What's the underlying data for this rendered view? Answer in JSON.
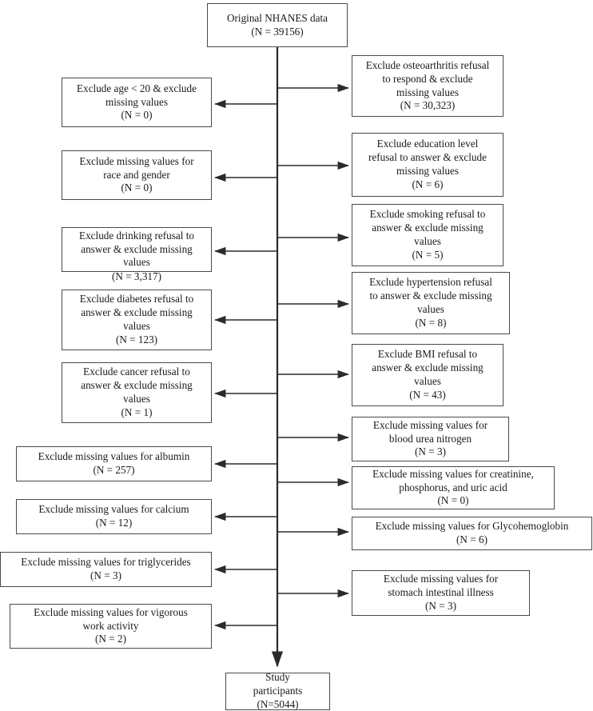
{
  "figure": {
    "type": "flowchart",
    "title": "NHANES study participant selection flow diagram",
    "orientation": "top-to-bottom spine with bilateral exclusion boxes",
    "line_color": "#333333",
    "box_border_color": "#4a4a4a",
    "background_color": "#ffffff"
  },
  "nodes": {
    "source": {
      "label_line1": "Original NHANES data",
      "label_line2": "(N = 39156)"
    },
    "result": {
      "label_line1": "Study",
      "label_line2": "participants",
      "label_line3": "(N=5044)"
    }
  },
  "left_exclusions": [
    {
      "id": "age",
      "line1": "Exclude age < 20 & exclude",
      "line2": "missing values",
      "count": "(N = 0)"
    },
    {
      "id": "race-gender",
      "line1": "Exclude missing values for",
      "line2": "race and gender",
      "count": "(N = 0)"
    },
    {
      "id": "drinking",
      "line1": "Exclude drinking refusal to",
      "line2": "answer & exclude missing",
      "line3": "values",
      "count": "(N = 3,317)"
    },
    {
      "id": "diabetes",
      "line1": "Exclude diabetes refusal to",
      "line2": "answer & exclude missing",
      "line3": "values",
      "count": "(N = 123)"
    },
    {
      "id": "cancer",
      "line1": "Exclude cancer refusal to",
      "line2": "answer & exclude missing",
      "line3": "values",
      "count": "(N = 1)"
    },
    {
      "id": "albumin",
      "line1": "Exclude missing values for albumin",
      "count": "(N = 257)"
    },
    {
      "id": "calcium",
      "line1": "Exclude missing values for calcium",
      "count": "(N = 12)"
    },
    {
      "id": "triglycerides",
      "line1": "Exclude missing values for triglycerides",
      "count": "(N = 3)"
    },
    {
      "id": "vigorous-work-activity",
      "line1": "Exclude missing values for vigorous",
      "line2": "work activity",
      "count": "(N = 2)"
    }
  ],
  "right_exclusions": [
    {
      "id": "osteoarthritis",
      "line1": "Exclude osteoarthritis refusal",
      "line2": "to respond & exclude",
      "line3": "missing values",
      "count": "(N = 30,323)"
    },
    {
      "id": "education-level",
      "line1": "Exclude education level",
      "line2": "refusal to answer & exclude",
      "line3": "missing values",
      "count": "(N = 6)"
    },
    {
      "id": "smoking",
      "line1": "Exclude smoking refusal to",
      "line2": "answer & exclude missing",
      "line3": "values",
      "count": "(N = 5)"
    },
    {
      "id": "hypertension",
      "line1": "Exclude hypertension refusal",
      "line2": "to answer & exclude missing",
      "line3": "values",
      "count": "(N = 8)"
    },
    {
      "id": "bmi",
      "line1": "Exclude BMI refusal to",
      "line2": "answer & exclude missing",
      "line3": "values",
      "count": "(N = 43)"
    },
    {
      "id": "blood-urea-nitrogen",
      "line1": "Exclude  missing values for",
      "line2": "blood urea nitrogen",
      "count": "(N = 3)"
    },
    {
      "id": "creatinine-phosphorus-uric-acid",
      "line1": "Exclude missing values for creatinine,",
      "line2": "phosphorus, and uric acid",
      "count": "(N = 0)"
    },
    {
      "id": "glycohemoglobin",
      "line1": "Exclude missing values for Glycohemoglobin",
      "count": "(N = 6)"
    },
    {
      "id": "stomach-intestinal-illness",
      "line1": "Exclude missing values for",
      "line2": "stomach intestinal illness",
      "count": "(N = 3)"
    }
  ]
}
